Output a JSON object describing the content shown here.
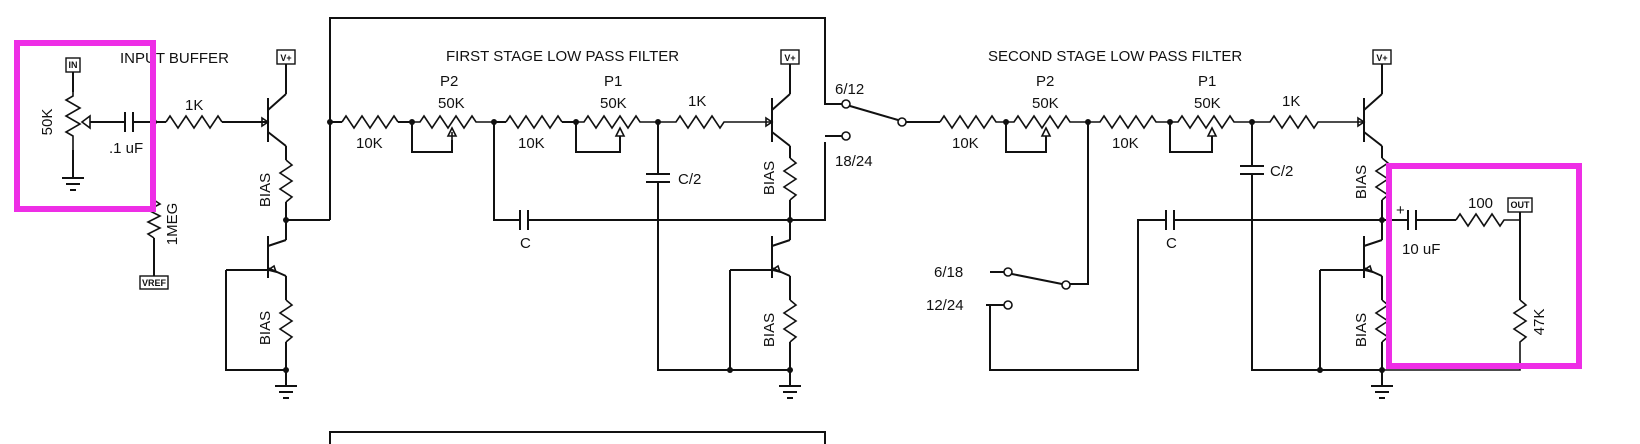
{
  "titles": {
    "input_buffer": "INPUT BUFFER",
    "first_stage": "FIRST STAGE LOW PASS FILTER",
    "second_stage": "SECOND STAGE LOW PASS FILTER"
  },
  "tags": {
    "in": "IN",
    "vplus": "V+",
    "vref": "VREF",
    "out": "OUT"
  },
  "components": {
    "pot_input": "50K",
    "cap_input": ".1 uF",
    "r_input": "1K",
    "r_vref": "1MEG",
    "bias": "BIAS",
    "r_10k": "10K",
    "p2_name": "P2",
    "p1_name": "P1",
    "pot_50k": "50K",
    "r_1k": "1K",
    "cap_c2": "C/2",
    "cap_c": "C",
    "sw_6_12": "6/12",
    "sw_18_24": "18/24",
    "sw_6_18": "6/18",
    "sw_12_24": "12/24",
    "cap_out": "10 uF",
    "cap_plus": "+",
    "r_out": "100",
    "r_load": "47K"
  },
  "highlight_color": "#ee2ee6"
}
